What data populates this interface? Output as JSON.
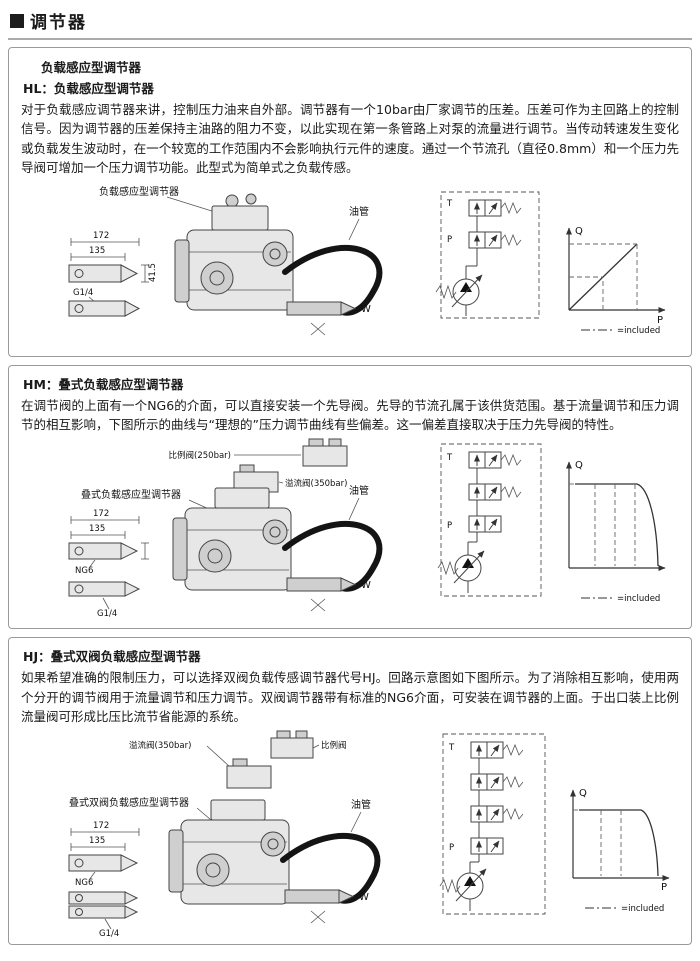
{
  "page": {
    "title": "调节器"
  },
  "sections": [
    {
      "heading": "负载感应型调节器",
      "subheading": "HL：负载感应型调节器",
      "body": "对于负载感应调节器来讲，控制压力油来自外部。调节器有一个10bar由厂家调节的压差。压差可作为主回路上的控制信号。因为调节器的压差保持主油路的阻力不变，以此实现在第一条管路上对泵的流量进行调节。当传动转速发生变化或负载发生波动时，在一个较宽的工作范围内不会影响执行元件的速度。通过一个节流孔（直径0.8mm）和一个压力先导阀可增加一个压力调节功能。此型式为简单式之负载传感。",
      "diagram": {
        "callout": "负载感应型调节器",
        "pipe_label": "油管",
        "port_label": "W",
        "dim_172": "172",
        "dim_135": "135",
        "dim_41_5": "41.5",
        "thread_label": "G1/4",
        "circuit_t": "T",
        "circuit_p": "P",
        "plot_y": "Q",
        "plot_x": "P",
        "legend": "=included"
      }
    },
    {
      "subheading": "HM：叠式负载感应型调节器",
      "body": "在调节阀的上面有一个NG6的介面，可以直接安装一个先导阀。先导的节流孔属于该供货范围。基于流量调节和压力调节的相互影响，下图所示的曲线与“理想的”压力调节曲线有些偏差。这一偏差直接取决于压力先导阀的特性。",
      "diagram": {
        "valve_top": "比例阀(250bar)",
        "valve_bottom": "溢流阀(350bar)",
        "callout": "叠式负载感应型调节器",
        "pipe_label": "油管",
        "port_label": "W",
        "dim_172": "172",
        "dim_135": "135",
        "ng_label": "NG6",
        "thread_label": "G1/4",
        "circuit_t": "T",
        "circuit_p": "P",
        "plot_y": "Q",
        "legend": "=included"
      }
    },
    {
      "subheading": "HJ：叠式双阀负载感应型调节器",
      "body": "如果希望准确的限制压力，可以选择双阀负载传感调节器代号HJ。回路示意图如下图所示。为了消除相互影响，使用两个分开的调节阀用于流量调节和压力调节。双阀调节器带有标准的NG6介面，可安装在调节器的上面。于出口装上比例流量阀可形成比压比流节省能源的系统。",
      "diagram": {
        "valve_left": "溢流阀(350bar)",
        "valve_right": "比例阀",
        "callout": "叠式双阀负载感应型调节器",
        "pipe_label": "油管",
        "port_label": "W",
        "dim_172": "172",
        "dim_135": "135",
        "ng_label": "NG6",
        "thread_label": "G1/4",
        "circuit_t": "T",
        "circuit_p": "P",
        "plot_y": "Q",
        "plot_x": "P",
        "legend": "=included"
      }
    }
  ]
}
